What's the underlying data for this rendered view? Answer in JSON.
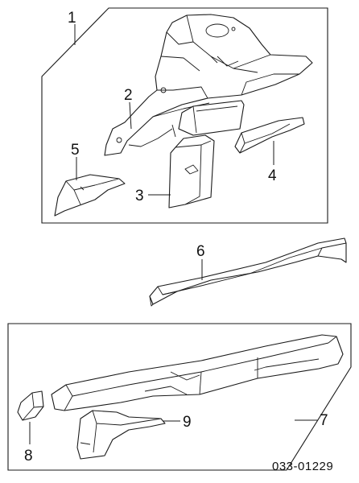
{
  "callouts": {
    "c1": "1",
    "c2": "2",
    "c3": "3",
    "c4": "4",
    "c5": "5",
    "c6": "6",
    "c7": "7",
    "c8": "8",
    "c9": "9"
  },
  "diagram_code": "033-01229"
}
